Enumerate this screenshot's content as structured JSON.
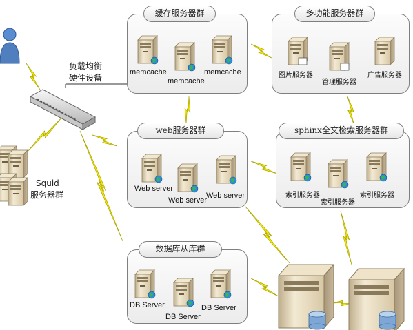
{
  "lb_label": [
    "负载均衡",
    "硬件设备"
  ],
  "squid_label": [
    "Squid",
    "服务器群"
  ],
  "groups": {
    "cache": {
      "title": "缓存服务器群",
      "labels": [
        "memcache",
        "memcache",
        "memcache"
      ]
    },
    "multi": {
      "title": "多功能服务器群",
      "labels": [
        "图片服务器",
        "管理服务器",
        "广告服务器"
      ]
    },
    "web": {
      "title": "web服务器群",
      "labels": [
        "Web server",
        "Web server",
        "Web server"
      ]
    },
    "sphinx": {
      "title": "sphinx全文检索服务器群",
      "labels": [
        "索引服务器",
        "索引服务器",
        "索引服务器"
      ]
    },
    "db": {
      "title": "数据库从库群",
      "labels": [
        "DB Server",
        "DB Server",
        "DB Server"
      ]
    }
  },
  "colors": {
    "bolt": "#f2e600",
    "bolt_stroke": "#a9a400",
    "server_body": "#e9dcc0",
    "globe": "#2a8fd8",
    "user": "#4f7fbf",
    "disk": "#7ea7d6"
  },
  "icons": [
    "user-icon",
    "load-balancer-switch",
    "server-icon",
    "globe-icon",
    "lightning-link-icon",
    "database-server-icon"
  ]
}
